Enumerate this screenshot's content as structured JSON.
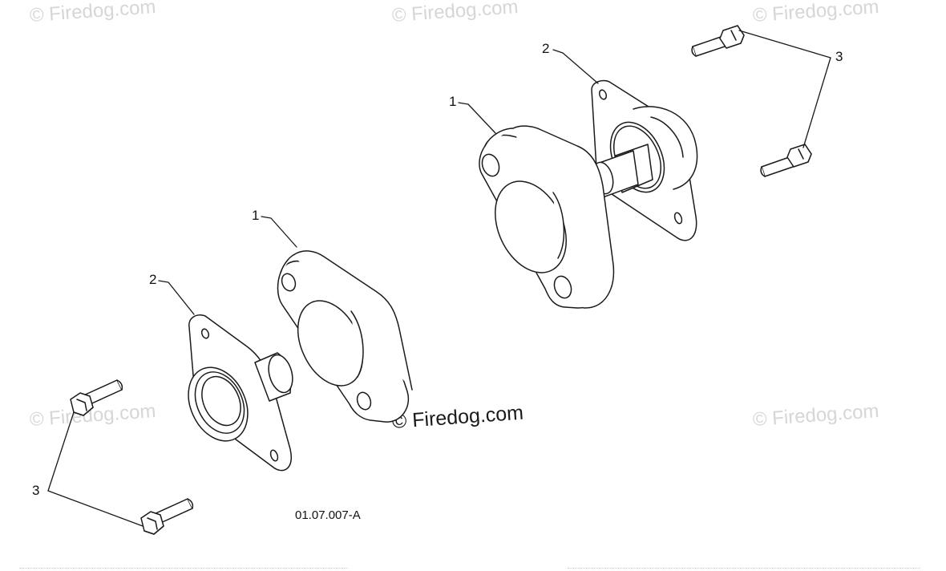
{
  "diagram": {
    "drawing_code": "01.07.007-A",
    "watermarks": [
      "© Firedog.com",
      "© Firedog.com",
      "© Firedog.com",
      "© Firedog.com",
      "© Firedog.com"
    ],
    "center_watermark": "© Firedog.com",
    "callouts": {
      "spacer_left": "1",
      "spacer_right": "1",
      "bearing_left": "2",
      "bearing_right": "2",
      "bolts_left": "3",
      "bolts_right": "3"
    }
  },
  "colors": {
    "line": "#1a1a1a",
    "watermark": "#d6d6d6",
    "background": "#ffffff"
  }
}
